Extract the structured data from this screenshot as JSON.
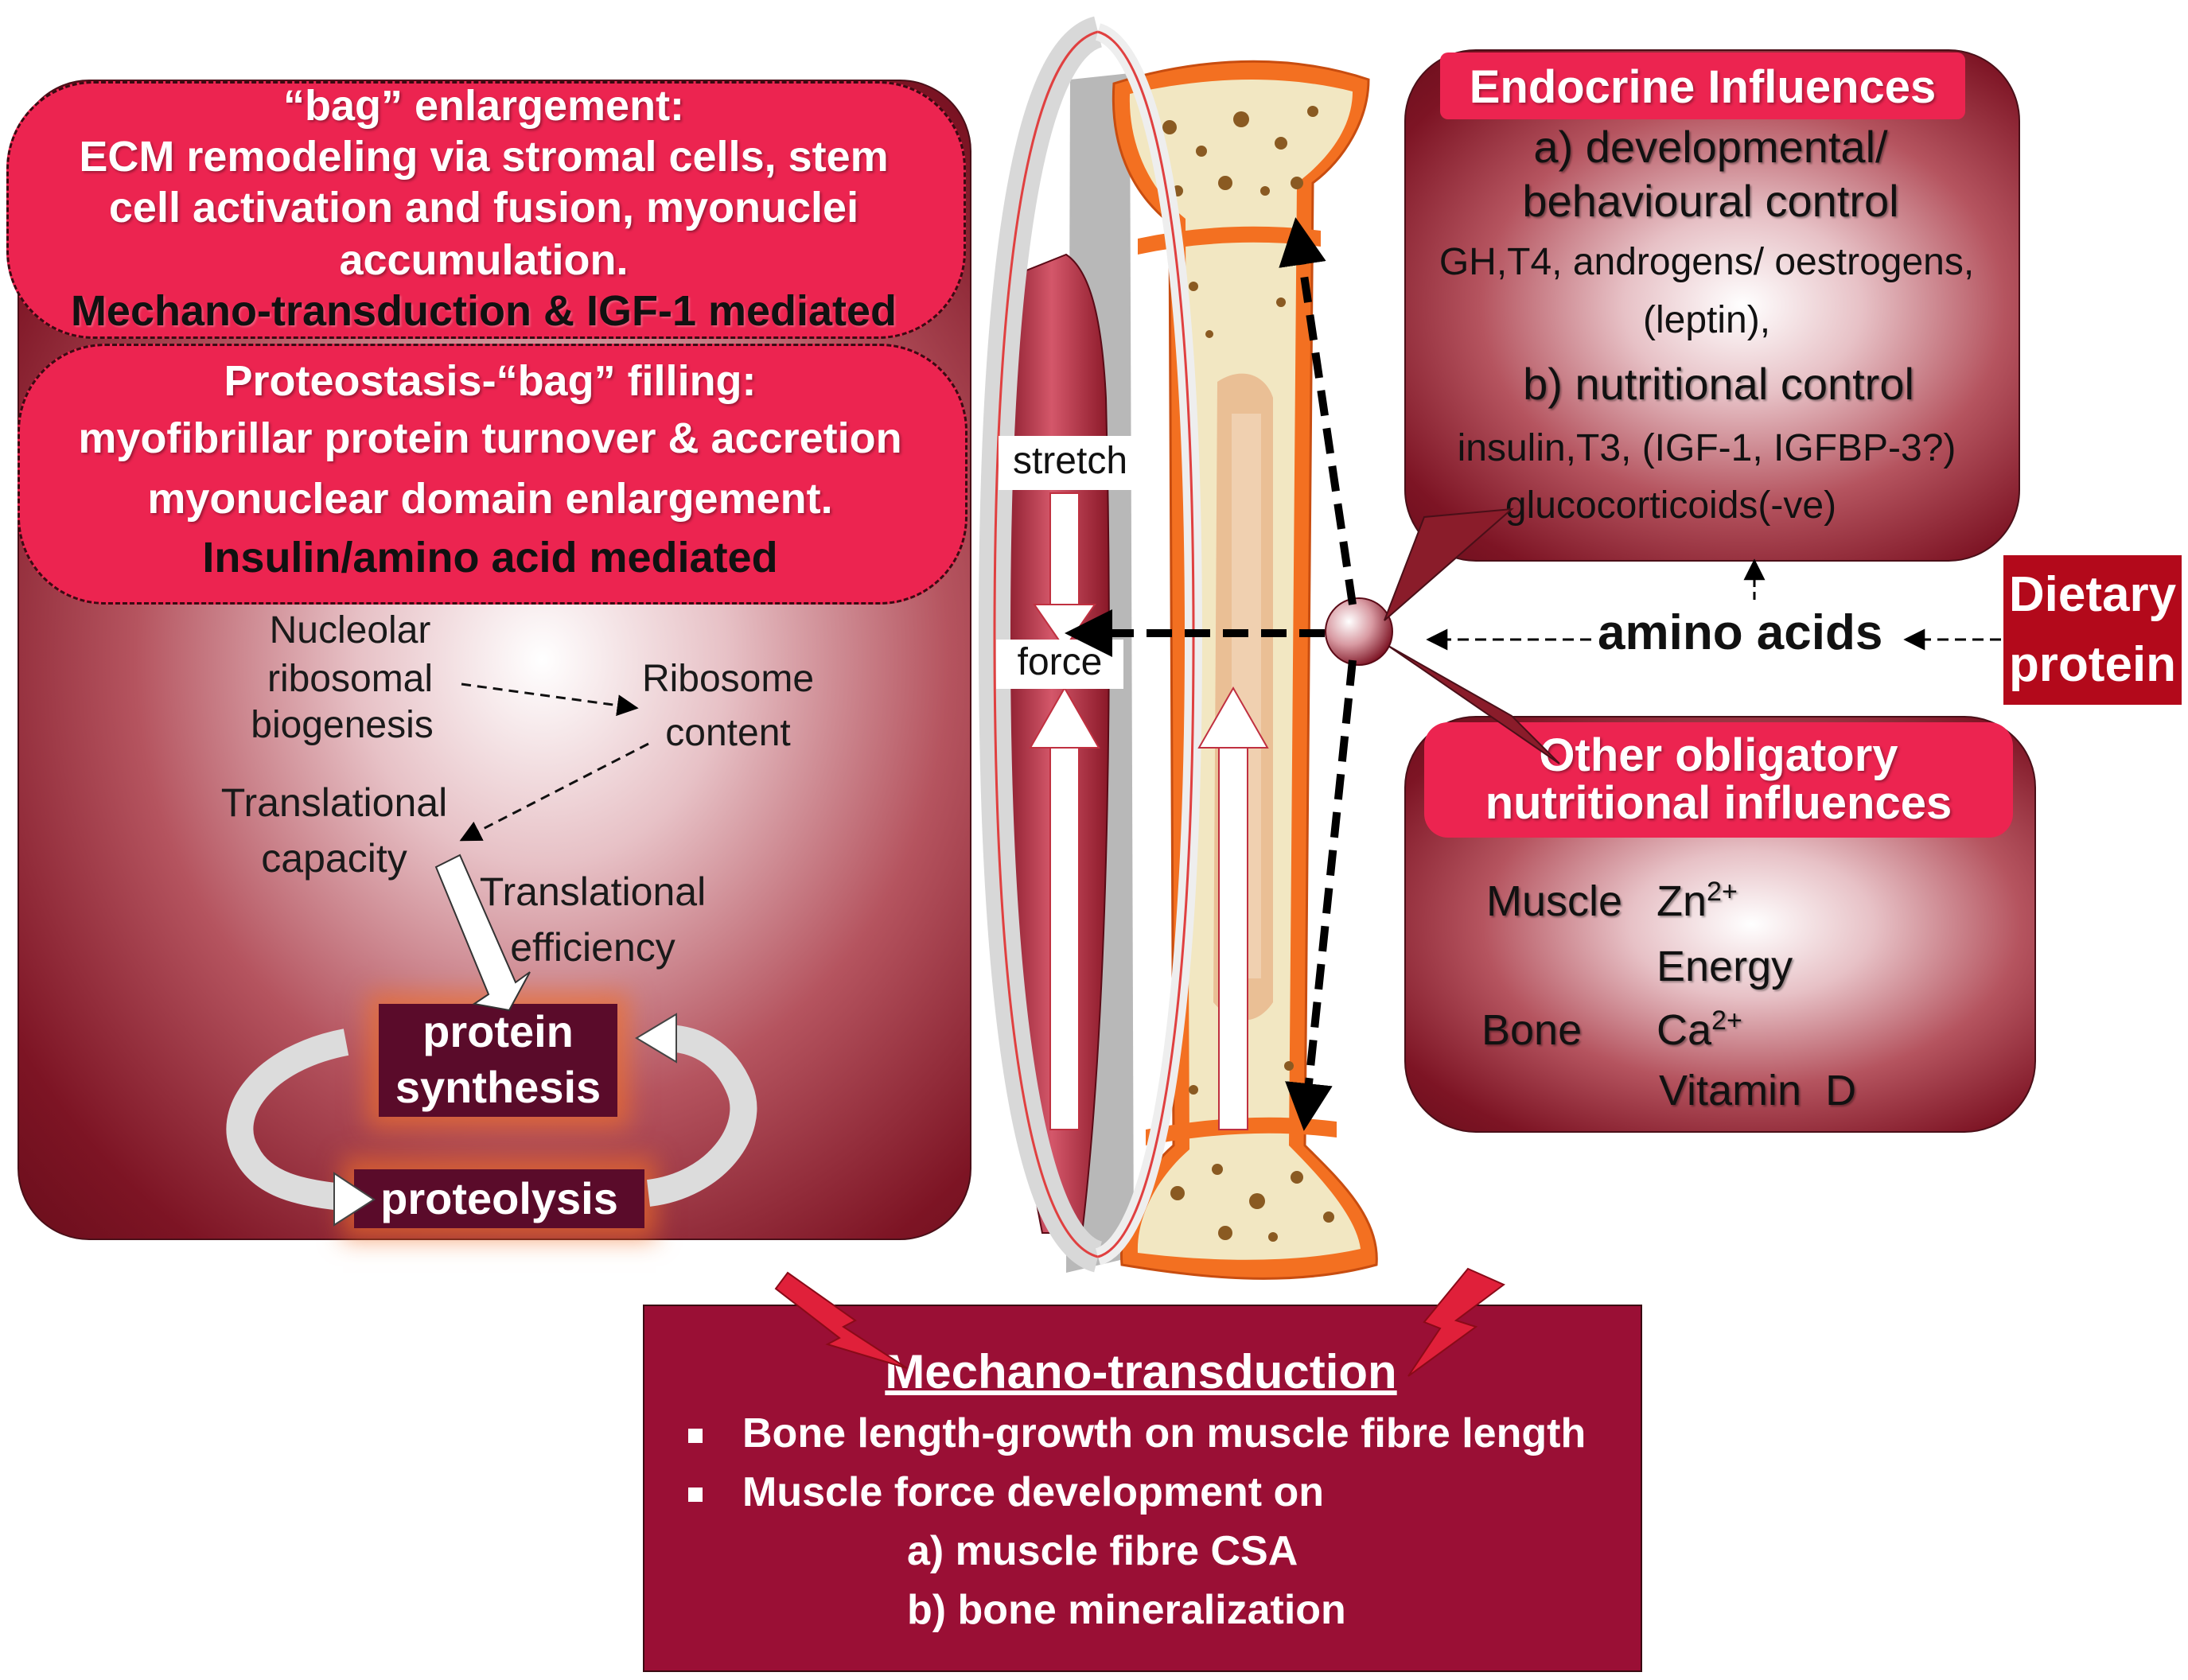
{
  "left_panel": {
    "bag_enlargement": {
      "title": "“bag” enlargement:",
      "line1": "ECM remodeling via stromal cells, stem",
      "line2": "cell activation and fusion, myonuclei",
      "line3": "accumulation.",
      "line4": "Mechano-transduction & IGF-1 mediated"
    },
    "bag_filling": {
      "title": "Proteostasis-“bag” filling:",
      "line1": "myofibrillar protein turnover & accretion",
      "line2": "myonuclear domain enlargement.",
      "line3": "Insulin/amino acid mediated"
    },
    "nucleolar": [
      "Nucleolar",
      "ribosomal",
      "biogenesis"
    ],
    "ribosome_content": [
      "Ribosome",
      "content"
    ],
    "translational_capacity": [
      "Translational",
      "capacity"
    ],
    "translational_efficiency": [
      "Translational",
      "efficiency"
    ],
    "protein_synthesis": [
      "protein",
      "synthesis"
    ],
    "proteolysis": "proteolysis"
  },
  "center": {
    "stretch_label": "stretch",
    "force_label": "force",
    "amino_acids": "amino acids"
  },
  "dietary_protein": [
    "Dietary",
    "protein"
  ],
  "endocrine": {
    "header": "Endocrine Influences",
    "a_line1": "a)    developmental/",
    "a_line2": "behavioural control",
    "a_items1": "GH,T4, androgens/ oestrogens,",
    "a_items2": "(leptin),",
    "b_line": "b)  nutritional control",
    "b_items1": "insulin,T3, (IGF-1, IGFBP-3?)",
    "b_items2": "glucocorticoids(-ve)"
  },
  "other_nutritional": {
    "header1": "Other obligatory",
    "header2": "nutritional influences",
    "muscle_label": "Muscle",
    "zn": "Zn",
    "zn_sup": "2+",
    "energy": "Energy",
    "bone_label": "Bone",
    "ca": "Ca",
    "ca_sup": "2+",
    "vitamin_d": "Vitamin  D"
  },
  "mechano": {
    "title": "Mechano-transduction",
    "bullet1": "Bone length-growth on muscle fibre length",
    "bullet2": "Muscle force development on",
    "sub_a": "a) muscle fibre CSA",
    "sub_b": "b) bone mineralization"
  },
  "colors": {
    "panel_dark": "#6b0e1c",
    "pink": "#ec2450",
    "mechano_box": "#9a0f35",
    "label_box": "#5a0b2a",
    "dietary_box": "#b3091b",
    "bone_outer": "#f37021",
    "bone_inner": "#f2e7c2",
    "muscle": "#b7384c"
  }
}
